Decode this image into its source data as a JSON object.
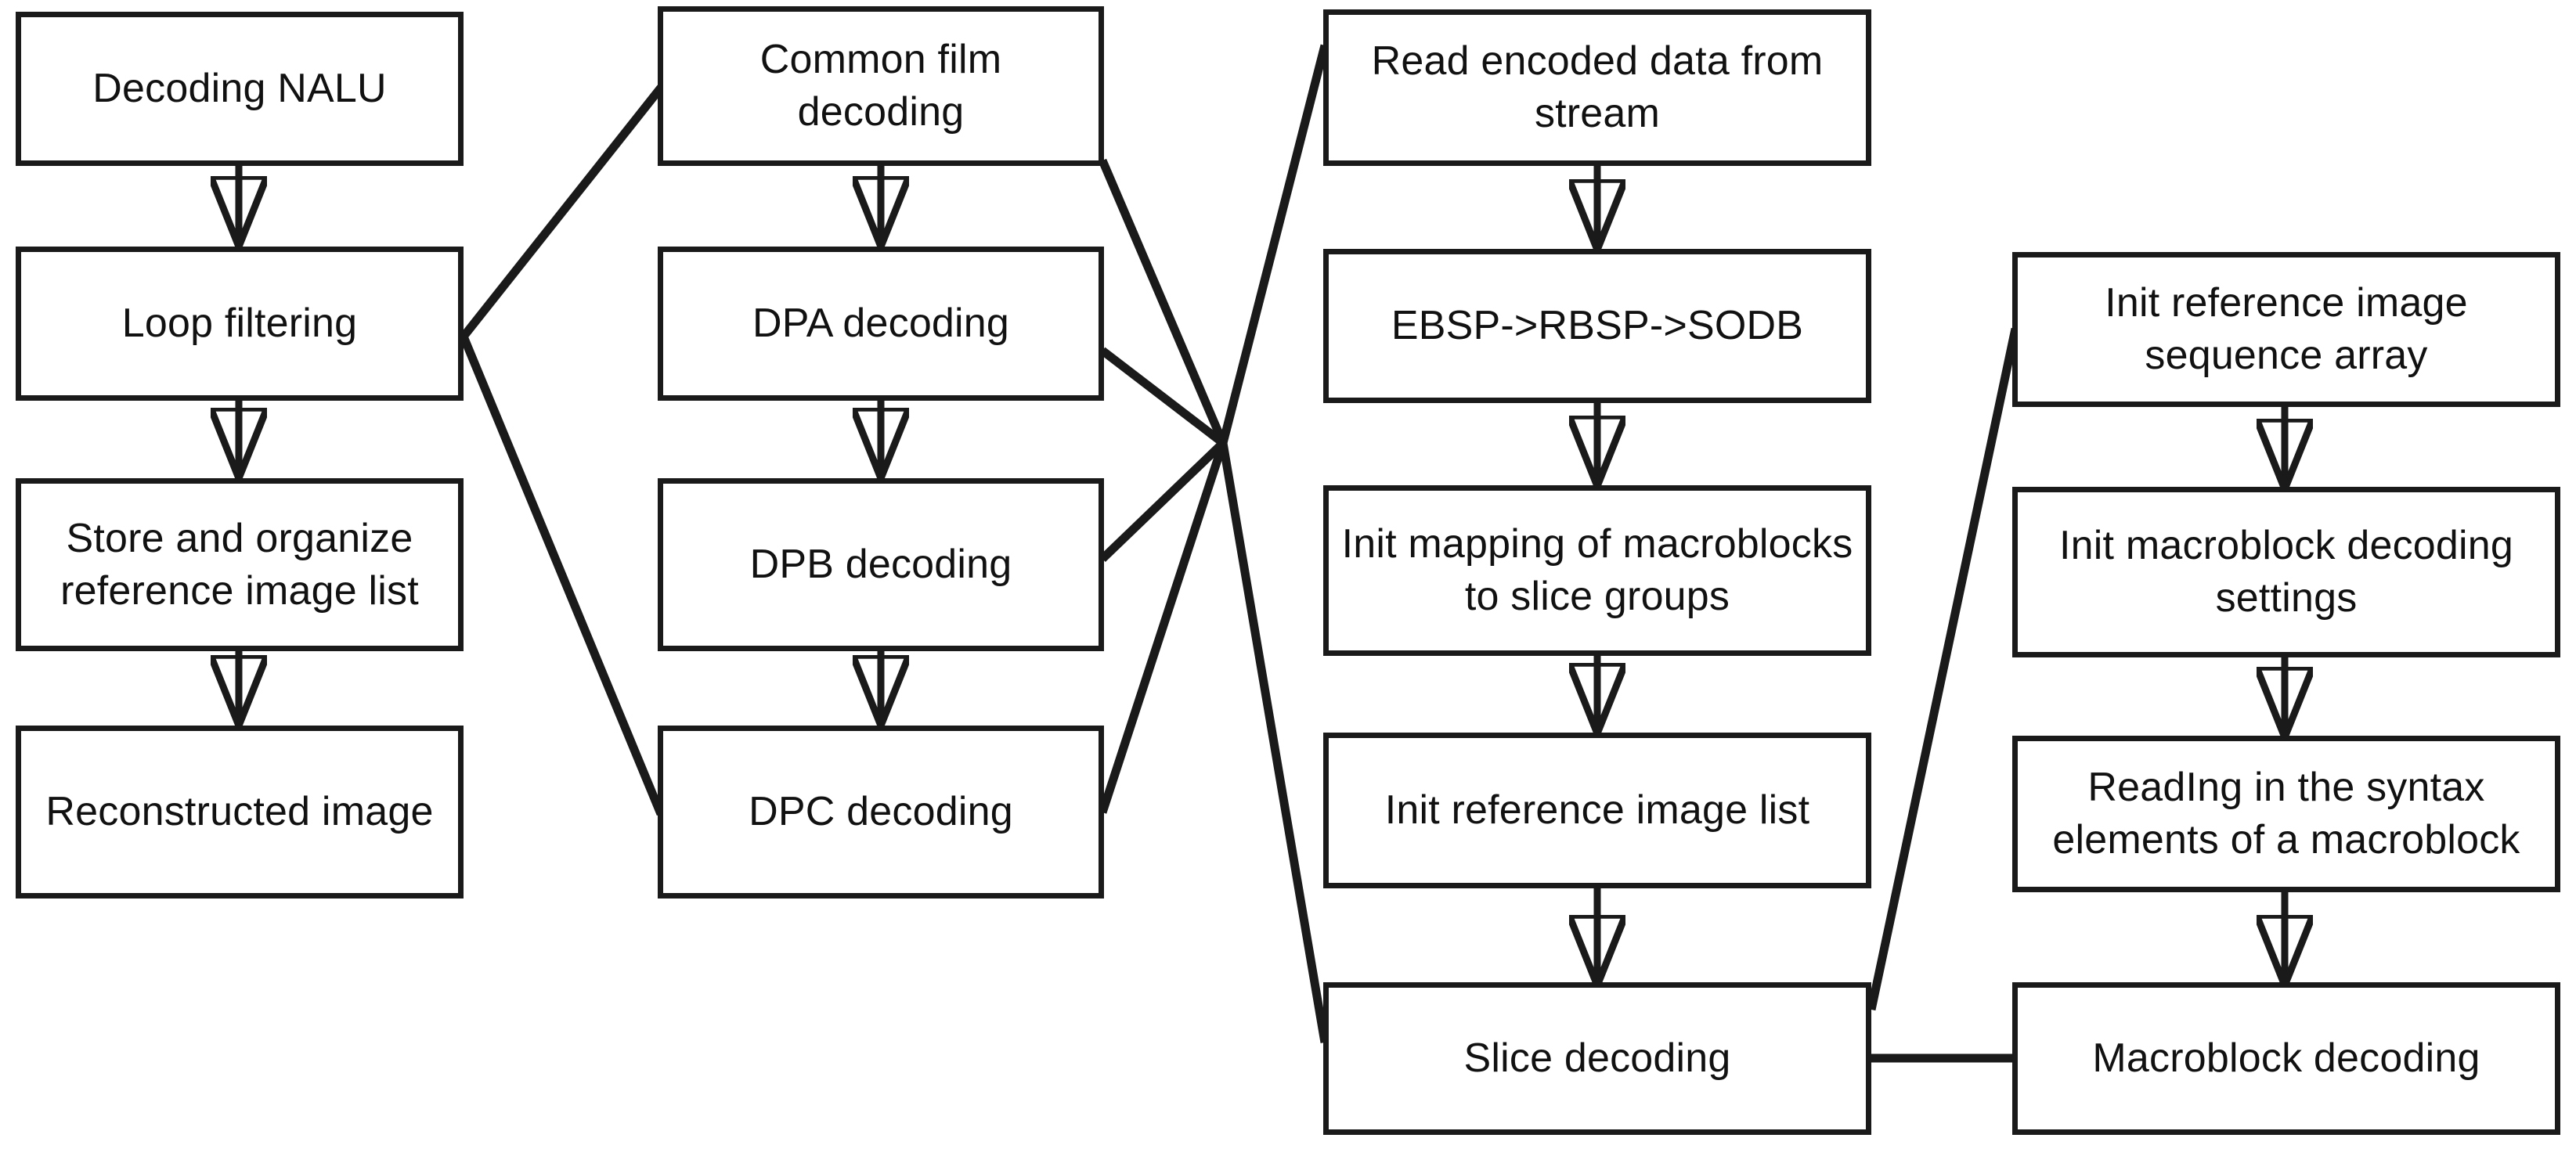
{
  "diagram": {
    "title": "H.264 decoding process flowchart",
    "style": {
      "line_color": "#1a1a1a",
      "box_fill": "#ffffff",
      "text_color": "#111111"
    },
    "nodes": [
      {
        "id": "decoding-nalu",
        "label": "Decoding NALU"
      },
      {
        "id": "loop-filtering",
        "label": "Loop filtering"
      },
      {
        "id": "store-organize-ref",
        "label": "Store and organize reference image list"
      },
      {
        "id": "reconstructed-image",
        "label": "Reconstructed image"
      },
      {
        "id": "common-film-decoding",
        "label": "Common film decoding"
      },
      {
        "id": "dpa-decoding",
        "label": "DPA decoding"
      },
      {
        "id": "dpb-decoding",
        "label": "DPB decoding"
      },
      {
        "id": "dpc-decoding",
        "label": "DPC decoding"
      },
      {
        "id": "read-encoded-data",
        "label": "Read encoded data from stream"
      },
      {
        "id": "ebsp-rbsp-sodb",
        "label": "EBSP->RBSP->SODB"
      },
      {
        "id": "init-mapping-mb",
        "label": "Init mapping of macroblocks to slice groups"
      },
      {
        "id": "init-ref-image-list",
        "label": "Init reference image list"
      },
      {
        "id": "slice-decoding",
        "label": "Slice decoding"
      },
      {
        "id": "init-ref-seq-array",
        "label": "Init reference image sequence array"
      },
      {
        "id": "init-mb-settings",
        "label": "Init macroblock decoding settings"
      },
      {
        "id": "reading-syntax-elems",
        "label": "ReadIng in the syntax elements of a macroblock"
      },
      {
        "id": "macroblock-decoding",
        "label": "Macroblock decoding"
      }
    ],
    "edges": [
      {
        "from": "decoding-nalu",
        "to": "loop-filtering",
        "type": "arrow"
      },
      {
        "from": "loop-filtering",
        "to": "store-organize-ref",
        "type": "arrow"
      },
      {
        "from": "store-organize-ref",
        "to": "reconstructed-image",
        "type": "arrow"
      },
      {
        "from": "common-film-decoding",
        "to": "dpa-decoding",
        "type": "arrow"
      },
      {
        "from": "dpa-decoding",
        "to": "dpb-decoding",
        "type": "arrow"
      },
      {
        "from": "dpb-decoding",
        "to": "dpc-decoding",
        "type": "arrow"
      },
      {
        "from": "loop-filtering",
        "to": "common-film-decoding",
        "type": "plain"
      },
      {
        "from": "loop-filtering",
        "to": "dpc-decoding",
        "type": "plain"
      },
      {
        "from": "common-film-decoding",
        "to": "read-encoded-data",
        "type": "plain"
      },
      {
        "from": "dpa-decoding",
        "to": "read-encoded-data",
        "type": "plain"
      },
      {
        "from": "dpb-decoding",
        "to": "slice-decoding",
        "type": "plain"
      },
      {
        "from": "dpc-decoding",
        "to": "slice-decoding",
        "type": "plain"
      },
      {
        "from": "read-encoded-data",
        "to": "ebsp-rbsp-sodb",
        "type": "arrow"
      },
      {
        "from": "ebsp-rbsp-sodb",
        "to": "init-mapping-mb",
        "type": "arrow"
      },
      {
        "from": "init-mapping-mb",
        "to": "init-ref-image-list",
        "type": "arrow"
      },
      {
        "from": "init-ref-image-list",
        "to": "slice-decoding",
        "type": "arrow"
      },
      {
        "from": "slice-decoding",
        "to": "init-ref-seq-array",
        "type": "plain"
      },
      {
        "from": "init-ref-seq-array",
        "to": "init-mb-settings",
        "type": "arrow"
      },
      {
        "from": "init-mb-settings",
        "to": "reading-syntax-elems",
        "type": "arrow"
      },
      {
        "from": "reading-syntax-elems",
        "to": "macroblock-decoding",
        "type": "arrow"
      },
      {
        "from": "slice-decoding",
        "to": "macroblock-decoding",
        "type": "plain"
      }
    ]
  }
}
